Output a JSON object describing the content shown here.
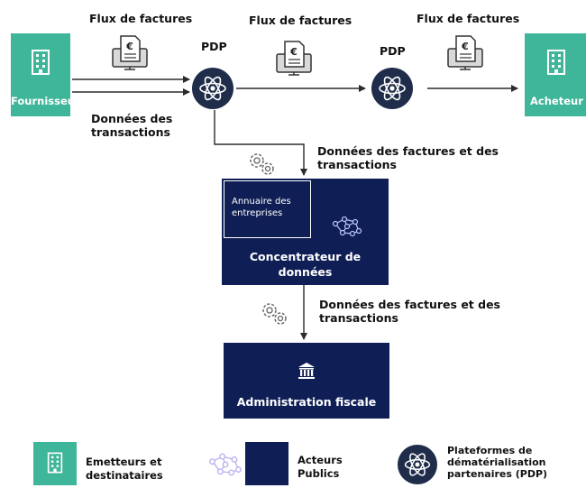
{
  "flows": {
    "flux1": "Flux de factures",
    "flux2": "Flux de factures",
    "flux3": "Flux de factures",
    "pdp1": "PDP",
    "pdp2": "PDP",
    "transactions": "Données des\ntransactions",
    "data_to_concentrator": "Données des factures et des\ntransactions",
    "data_to_admin": "Données des factures et des\ntransactions"
  },
  "nodes": {
    "fournisseur": "Fournisseur",
    "acheteur": "Acheteur",
    "annuaire": "Annuaire des\nentreprises",
    "concentrateur": "Concentrateur de\ndonnées",
    "administration": "Administration fiscale"
  },
  "legend": {
    "emetteurs": "Emetteurs et\ndestinataires",
    "acteurs": "Acteurs\nPublics",
    "plateformes": "Plateformes de\ndématérialisation\npartenaires (PDP)"
  },
  "colors": {
    "green": "#3fb59a",
    "navy": "#0f1f56",
    "pdp": "#1f2d4a"
  },
  "icons": [
    "building-icon",
    "invoice-monitor-icon",
    "atom-icon",
    "gears-icon",
    "network-icon",
    "bank-icon"
  ]
}
